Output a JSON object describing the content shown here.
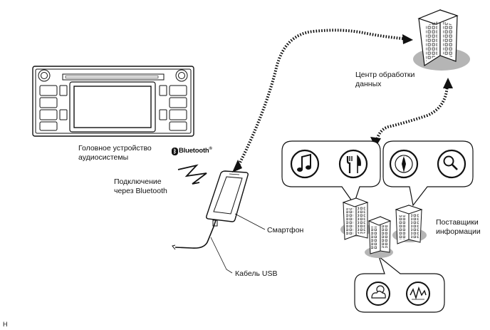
{
  "labels": {
    "head_unit": "Головное устройство\nаудиосистемы",
    "bluetooth_logo": "Bluetooth",
    "bluetooth_connection": "Подключение\nчерез Bluetooth",
    "data_center": "Центр обработки\nданных",
    "smartphone": "Смартфон",
    "usb_cable": "Кабель USB",
    "providers": "Поставщики\nинформации",
    "corner_code": "H"
  },
  "icons": {
    "service_icons": [
      "music-note-icon",
      "restaurant-icon",
      "compass-icon",
      "search-icon",
      "weather-icon",
      "traffic-icon"
    ]
  }
}
